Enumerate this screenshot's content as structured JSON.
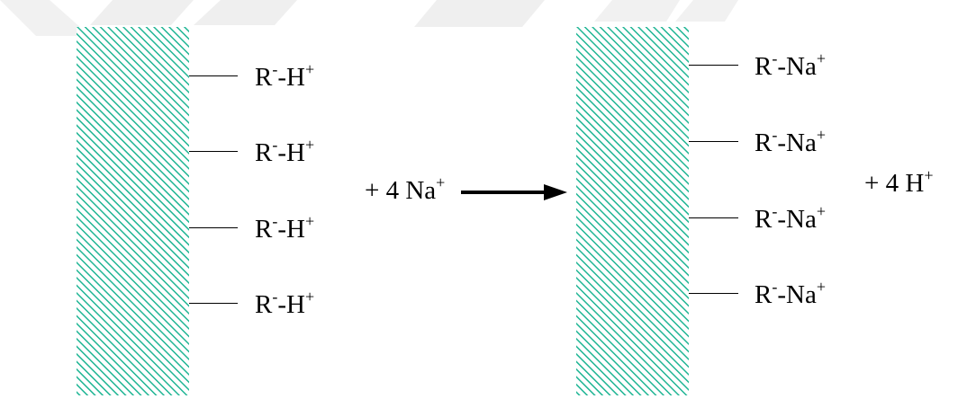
{
  "colors": {
    "resin_hatch": "#1fb594",
    "watermark": "#eeeeee"
  },
  "left_resin": {
    "groups": [
      {
        "base": "R",
        "charge1": "-",
        "ion": "-H",
        "charge2": "+"
      },
      {
        "base": "R",
        "charge1": "-",
        "ion": "-H",
        "charge2": "+"
      },
      {
        "base": "R",
        "charge1": "-",
        "ion": "-H",
        "charge2": "+"
      },
      {
        "base": "R",
        "charge1": "-",
        "ion": "-H",
        "charge2": "+"
      }
    ]
  },
  "reactant": {
    "text": "+ 4 Na",
    "charge": "+"
  },
  "right_resin": {
    "groups": [
      {
        "base": "R",
        "charge1": "-",
        "ion": "-Na",
        "charge2": "+"
      },
      {
        "base": "R",
        "charge1": "-",
        "ion": "-Na",
        "charge2": "+"
      },
      {
        "base": "R",
        "charge1": "-",
        "ion": "-Na",
        "charge2": "+"
      },
      {
        "base": "R",
        "charge1": "-",
        "ion": "-Na",
        "charge2": "+"
      }
    ]
  },
  "product": {
    "text": "+ 4 H",
    "charge": "+"
  }
}
